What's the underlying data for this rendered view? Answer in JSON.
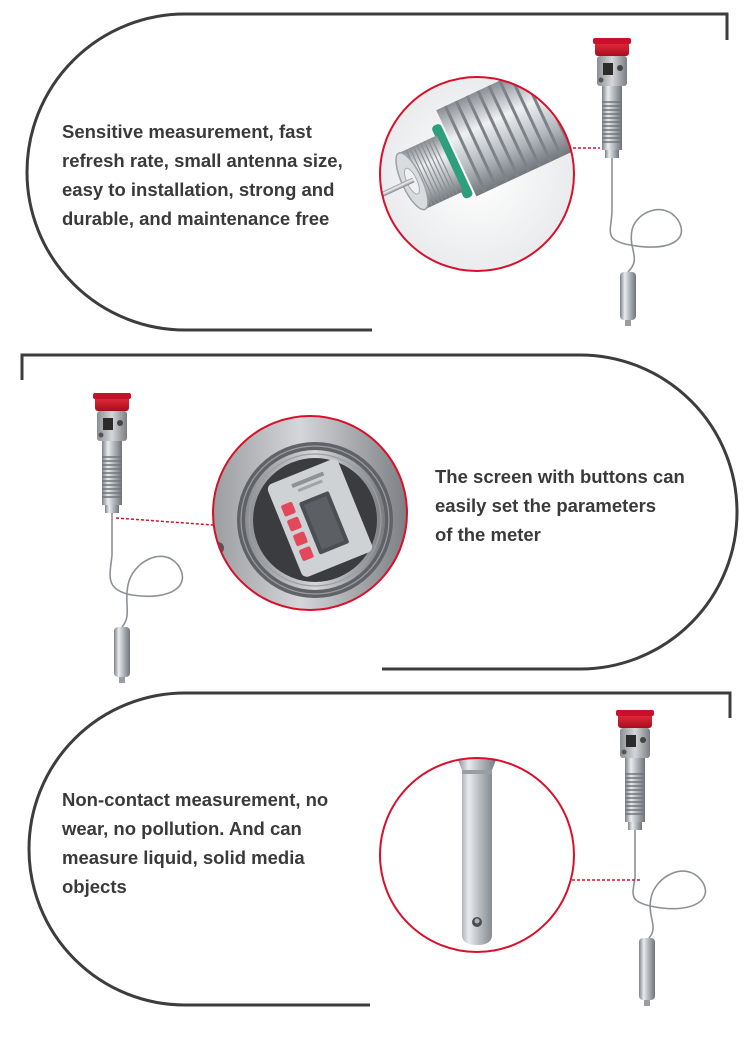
{
  "features": [
    {
      "lines": [
        "Sensitive measurement, fast",
        "refresh rate, small antenna size,",
        "easy to installation, strong and",
        "durable, and maintenance free"
      ],
      "detail": "antenna-thread-closeup"
    },
    {
      "lines": [
        "The screen with buttons can",
        "easily set the parameters",
        "of the meter"
      ],
      "detail": "display-screen-closeup"
    },
    {
      "lines": [
        "Non-contact measurement, no",
        "wear, no pollution. And can",
        "measure liquid, solid media",
        "objects"
      ],
      "detail": "probe-tip-closeup"
    }
  ],
  "colors": {
    "frame": "#3d3d3d",
    "accent_red": "#d8102a",
    "text": "#3a3a3a",
    "steel": "#c9ccd0"
  },
  "icons": {
    "product": "radar-level-meter-icon",
    "antenna": "antenna-thread-icon",
    "screen": "lcd-display-icon",
    "probe": "probe-tip-icon"
  }
}
